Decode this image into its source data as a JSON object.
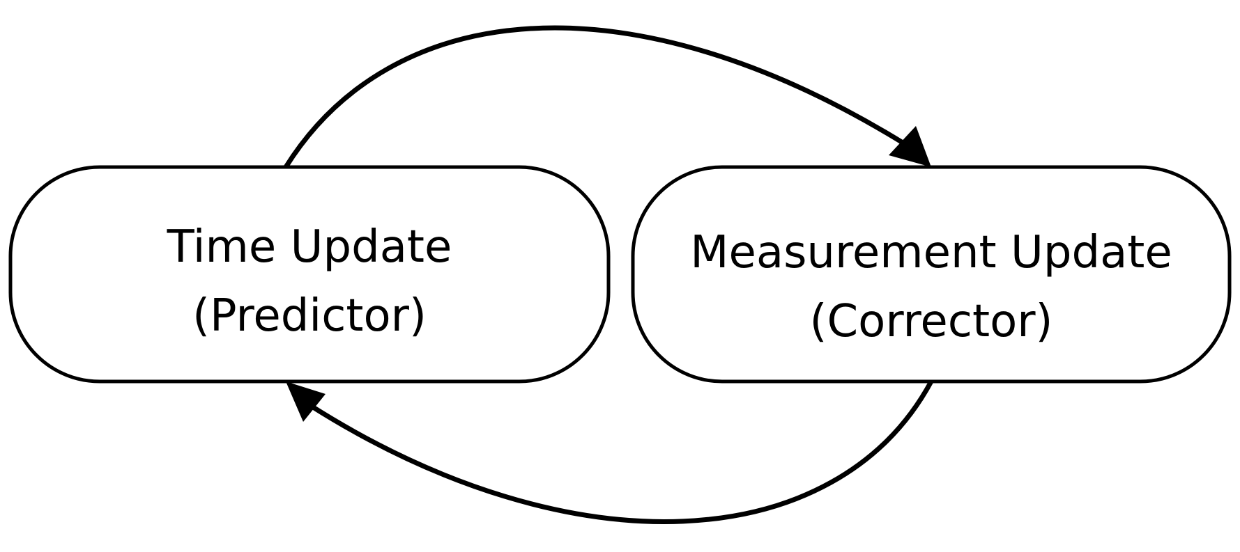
{
  "nodes": {
    "time_update": {
      "title": "Time Update",
      "subtitle": "(Predictor)"
    },
    "measurement_update": {
      "title": "Measurement Update",
      "subtitle": "(Corrector)"
    }
  },
  "edges": [
    {
      "from": "time_update",
      "to": "measurement_update"
    },
    {
      "from": "measurement_update",
      "to": "time_update"
    }
  ],
  "colors": {
    "stroke": "#000000",
    "background": "#ffffff"
  }
}
